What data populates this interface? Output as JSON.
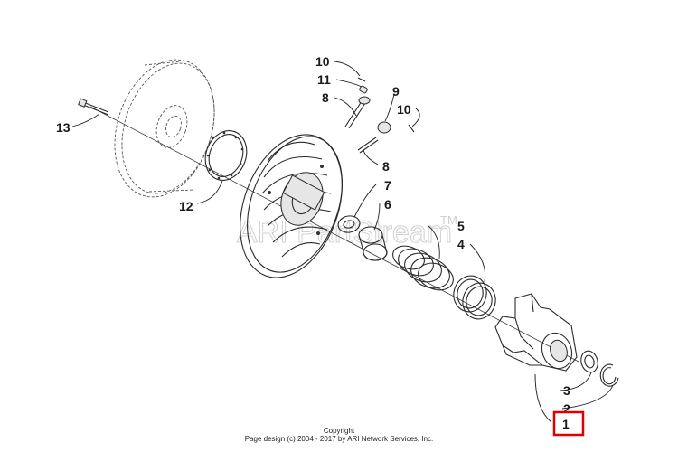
{
  "callouts": {
    "c1": "1",
    "c2": "2",
    "c3": "3",
    "c4": "4",
    "c5": "5",
    "c6": "6",
    "c7": "7",
    "c8a": "8",
    "c8b": "8",
    "c9": "9",
    "c10a": "10",
    "c10b": "10",
    "c11": "11",
    "c12": "12",
    "c13": "13"
  },
  "watermark": {
    "text": "ARI PartStream",
    "tm": "TM"
  },
  "footer": {
    "line1": "Copyright",
    "line2": "Page design (c) 2004 - 2017 by ARI Network Services, Inc."
  },
  "highlight": {
    "callout": "1",
    "color": "#e00000"
  }
}
